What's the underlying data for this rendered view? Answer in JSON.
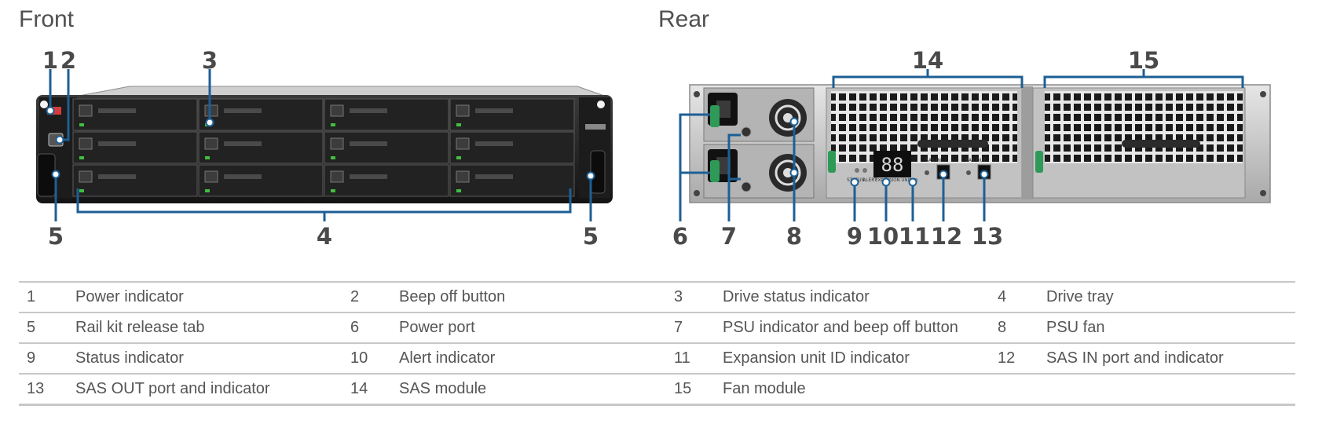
{
  "headings": {
    "front": "Front",
    "rear": "Rear"
  },
  "callouts": {
    "front": [
      "1",
      "2",
      "3",
      "4",
      "5",
      "5"
    ],
    "rear": [
      "6",
      "7",
      "8",
      "9",
      "10",
      "11",
      "12",
      "13",
      "14",
      "15"
    ]
  },
  "panel_text": {
    "display": "88",
    "sas_in": "SAS IN",
    "sas_out": "SAS OUT",
    "status": "STATUS",
    "alert": "ALERT",
    "expansion_id": "EXPANSION UNIT ID"
  },
  "legend": [
    [
      {
        "n": "1",
        "label": "Power indicator"
      },
      {
        "n": "2",
        "label": "Beep off button"
      },
      {
        "n": "3",
        "label": "Drive status indicator"
      },
      {
        "n": "4",
        "label": "Drive tray"
      }
    ],
    [
      {
        "n": "5",
        "label": "Rail kit release tab"
      },
      {
        "n": "6",
        "label": "Power port"
      },
      {
        "n": "7",
        "label": "PSU indicator and beep off button"
      },
      {
        "n": "8",
        "label": "PSU fan"
      }
    ],
    [
      {
        "n": "9",
        "label": "Status indicator"
      },
      {
        "n": "10",
        "label": "Alert indicator"
      },
      {
        "n": "11",
        "label": "Expansion unit ID indicator"
      },
      {
        "n": "12",
        "label": "SAS IN port and indicator"
      }
    ],
    [
      {
        "n": "13",
        "label": "SAS OUT port and indicator"
      },
      {
        "n": "14",
        "label": "SAS module"
      },
      {
        "n": "15",
        "label": "Fan module"
      },
      {
        "n": "",
        "label": ""
      }
    ]
  ],
  "colors": {
    "callout_line": "#1d5f95",
    "callout_text": "#4a4a4a",
    "tab_green": "#2f9a58",
    "led_green": "#3fbf3f",
    "rule": "#c8c8c8"
  }
}
